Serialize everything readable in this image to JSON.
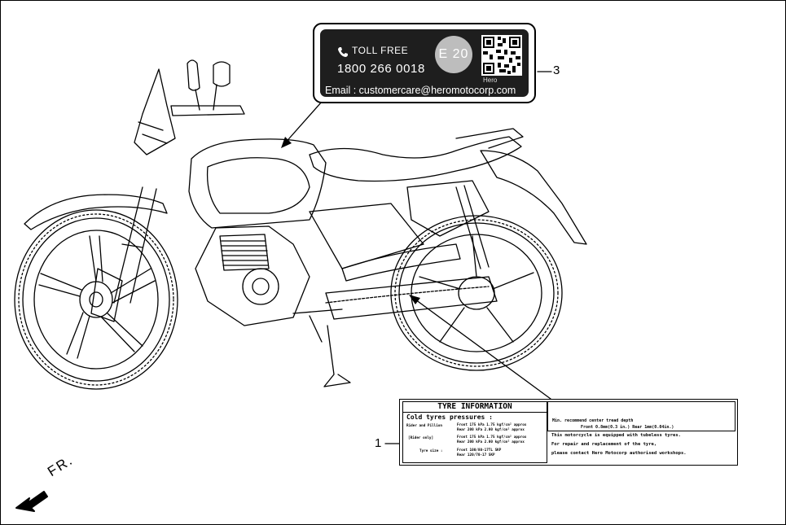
{
  "toll_label": {
    "heading": "TOLL FREE",
    "number": "1800 266 0018",
    "badge": "E 20",
    "brand": "Hero",
    "email": "Email : customercare@heromotocorp.com",
    "icon": "phone-icon"
  },
  "callouts": {
    "toll_label": "3",
    "tyre_label": "1"
  },
  "tyre_label": {
    "title": "TYRE INFORMATION",
    "subtitle": "Cold tyres pressures :",
    "rows": [
      {
        "who": "Rider and Pillion",
        "front": "Front 175 kPa  1.75 kgf/cm² approx",
        "rear": "Rear 200 kPa  2.00 kgf/cm² approx"
      },
      {
        "who": "[Rider only]",
        "front": "Front 175 kPa  1.75 kgf/cm² approx",
        "rear": "Rear 200 kPa  2.00 kgf/cm² approx"
      },
      {
        "who": "Tyre size :",
        "front": "Front 100/80-17TL  SKP",
        "rear": "Rear 120/70-17  SKP"
      }
    ],
    "tread_line1": "Min. recommend center tread depth",
    "tread_line2": "Front 0.8mm(0.3 in.)  Rear 1mm(0.04in.)",
    "tubeless_line1": "This motorcycle is equipped with tubeless tyres.",
    "tubeless_line2": "For repair and replacement of the tyre,",
    "tubeless_line3": "please contact Hero Motocorp authorised workshops."
  },
  "direction": {
    "label": "FR."
  }
}
